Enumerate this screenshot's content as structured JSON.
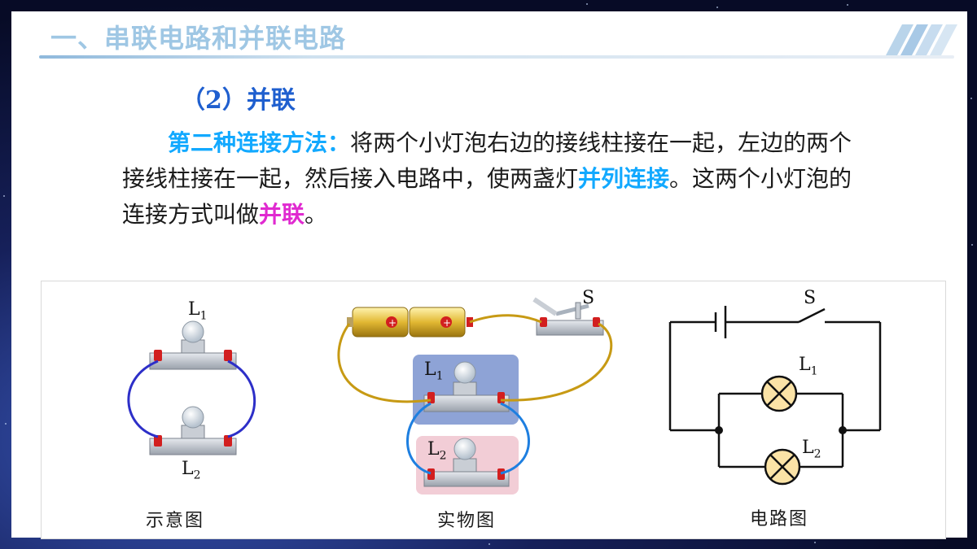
{
  "header": {
    "title": "一、串联电路和并联电路"
  },
  "section": {
    "subtitle": "（2）并联"
  },
  "paragraph": {
    "lead": "第二种连接方法：",
    "part1": "将两个小灯泡右边的接线柱接在一起，左边的两个接线柱接在一起，然后接入电路中，使两盏灯",
    "highlight1": "并列连接",
    "part2": "。这两个小灯泡的连接方式叫做",
    "highlight2": "并联",
    "part3": "。"
  },
  "figures": {
    "schematic_caption": "示意图",
    "physical_caption": "实物图",
    "circuit_caption": "电路图",
    "lamp1_letter": "L",
    "lamp1_sub": "1",
    "lamp2_letter": "L",
    "lamp2_sub": "2",
    "switch_label": "S"
  },
  "colors": {
    "accent_cyan": "#12a9ff",
    "accent_magenta": "#e02ad0",
    "subtitle_blue": "#1f5fcf",
    "title_pale": "#9fc7e4"
  },
  "icons": [
    "bulb-icon",
    "battery-icon",
    "knife-switch-icon",
    "lamp-symbol-icon",
    "diagonal-stripes-icon"
  ]
}
